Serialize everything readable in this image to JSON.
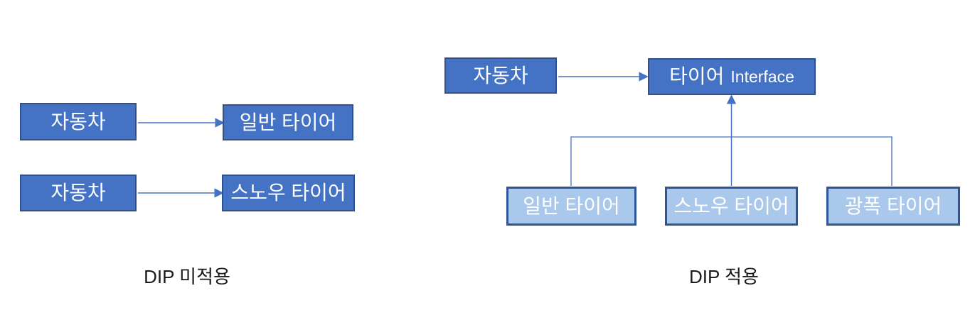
{
  "colors": {
    "background": "#FFFFFF",
    "dark_fill": "#4472C4",
    "dark_border": "#2F528F",
    "light_fill": "#A9C8EB",
    "light_border": "#2E5597",
    "connector": "#4472C4",
    "box_text": "#FFFFFF",
    "caption_text": "#1A1A1A"
  },
  "left_diagram": {
    "caption": "DIP 미적용",
    "row1": {
      "source": "자동차",
      "target": "일반 타이어"
    },
    "row2": {
      "source": "자동차",
      "target": "스노우 타이어"
    }
  },
  "right_diagram": {
    "caption": "DIP 적용",
    "car": "자동차",
    "interface_ko": "타이어",
    "interface_en": "Interface",
    "implementations": [
      "일반 타이어",
      "스노우 타이어",
      "광폭 타이어"
    ]
  }
}
